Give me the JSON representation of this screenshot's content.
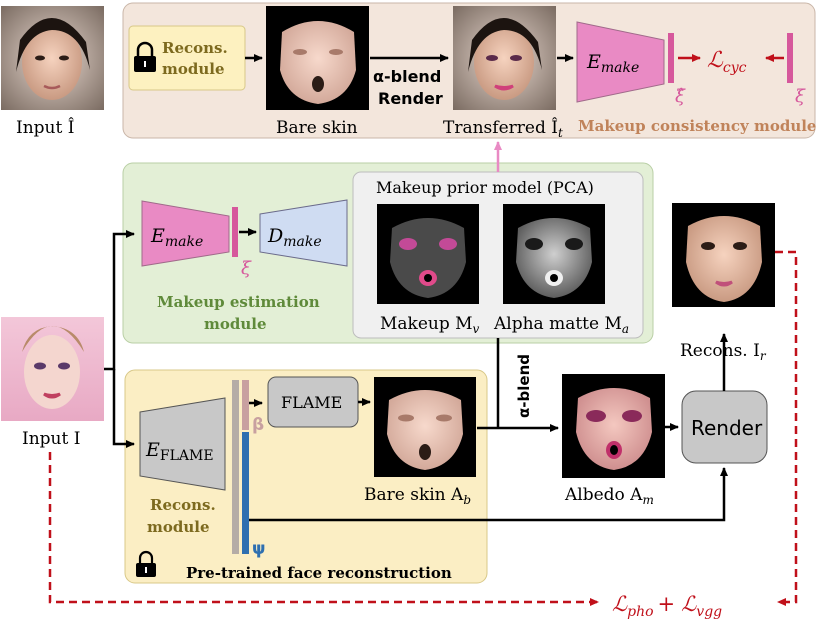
{
  "labels": {
    "input_hat_I": "Input Î",
    "recons_module_top": [
      "Recons.",
      "module"
    ],
    "bare_skin_top": "Bare skin",
    "alpha_blend_render": [
      "α-blend",
      "Render"
    ],
    "transferred": "Transferred Î",
    "transferred_sub": "t",
    "e_make_top": "E",
    "e_make_top_sub": "make",
    "xi_hat": "ξ̂",
    "l_cyc": "ℒ",
    "l_cyc_sub": "cyc",
    "xi_right": "ξ",
    "makeup_consistency": "Makeup consistency module",
    "e_make_mid": "E",
    "e_make_mid_sub": "make",
    "xi_mid": "ξ",
    "d_make": "D",
    "d_make_sub": "make",
    "makeup_estimation": [
      "Makeup estimation",
      "module"
    ],
    "prior_model": "Makeup prior model (PCA)",
    "makeup_mv": "Makeup M",
    "makeup_mv_sub": "v",
    "alpha_matte": "Alpha matte M",
    "alpha_matte_sub": "a",
    "recons_ir": "Recons. I",
    "recons_ir_sub": "r",
    "input_I": "Input I",
    "e_flame": "E",
    "e_flame_sub": "FLAME",
    "beta": "β",
    "psi": "ψ",
    "flame": "FLAME",
    "bare_skin_ab": "Bare skin A",
    "bare_skin_ab_sub": "b",
    "alpha_blend_vertical": "α-blend",
    "albedo": "Albedo A",
    "albedo_sub": "m",
    "render": "Render",
    "recons_module_bottom": [
      "Recons.",
      "module"
    ],
    "pretrained": "Pre-trained face reconstruction",
    "loss_pho": "ℒ",
    "loss_pho_sub": "pho",
    "loss_plus": "+",
    "loss_vgg": "ℒ",
    "loss_vgg_sub": "vgg"
  },
  "colors": {
    "top_panel": "#f3e6dc",
    "mid_panel": "#e3efd6",
    "prior_panel": "#f0f0f0",
    "bottom_panel": "#fbeec4",
    "recons_box": "#fdf1c0",
    "encoder_pink": "#e98ac4",
    "decoder_blue": "#cfdcf2",
    "loss_red": "#c0101a",
    "olive_text": "#7d6a1f",
    "green_text": "#5f8a3a",
    "brown_text": "#c0835a",
    "beta_bar": "#c8a0a0",
    "psi_bar": "#2e6fb0",
    "latent_bar": "#b5aca6",
    "gray_box": "#c8c8c8"
  },
  "icons": [
    "lock-icon-top",
    "lock-icon-bottom"
  ]
}
